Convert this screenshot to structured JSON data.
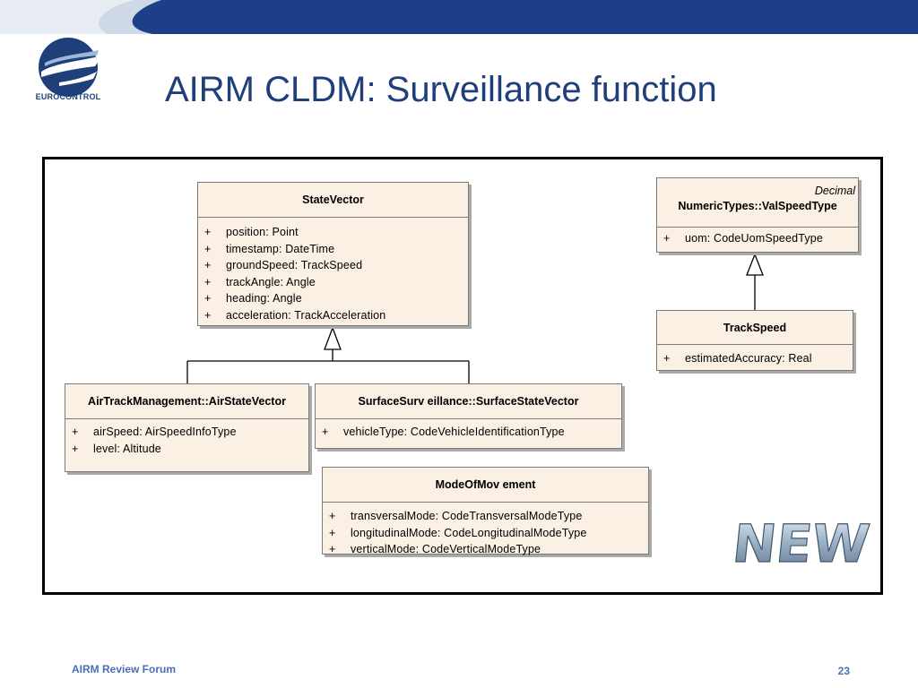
{
  "header": {
    "logo_text": "EUROCONTROL",
    "title": "AIRM CLDM: Surveillance function"
  },
  "classes": {
    "state_vector": {
      "name": "StateVector",
      "attributes": [
        {
          "vis": "+",
          "text": "position:  Point"
        },
        {
          "vis": "+",
          "text": "timestamp:  DateTime"
        },
        {
          "vis": "+",
          "text": "groundSpeed:  TrackSpeed"
        },
        {
          "vis": "+",
          "text": "trackAngle:  Angle"
        },
        {
          "vis": "+",
          "text": "heading:  Angle"
        },
        {
          "vis": "+",
          "text": "acceleration:  TrackAcceleration"
        }
      ]
    },
    "val_speed_type": {
      "stereotype": "Decimal",
      "name": "NumericTypes::ValSpeedType",
      "attributes": [
        {
          "vis": "+",
          "text": "uom:  CodeUomSpeedType"
        }
      ]
    },
    "track_speed": {
      "name": "TrackSpeed",
      "attributes": [
        {
          "vis": "+",
          "text": "estimatedAccuracy:  Real"
        }
      ]
    },
    "air_state_vector": {
      "name": "AirTrackManagement::AirStateVector",
      "attributes": [
        {
          "vis": "+",
          "text": "airSpeed:  AirSpeedInfoType"
        },
        {
          "vis": "+",
          "text": "level:  Altitude"
        }
      ]
    },
    "surface_state_vector": {
      "name": "SurfaceSurv eillance::SurfaceStateVector",
      "attributes": [
        {
          "vis": "+",
          "text": "vehicleType:  CodeVehicleIdentificationType"
        }
      ]
    },
    "mode_of_movement": {
      "name": "ModeOfMov ement",
      "attributes": [
        {
          "vis": "+",
          "text": "transversalMode:  CodeTransversalModeType"
        },
        {
          "vis": "+",
          "text": "longitudinalMode:  CodeLongitudinalModeType"
        },
        {
          "vis": "+",
          "text": "verticalMode:  CodeVerticalModeType"
        }
      ]
    }
  },
  "stamp": "NEW",
  "footer": {
    "left": "AIRM Review Forum",
    "page": "23"
  },
  "colors": {
    "brand_blue": "#1f3f7a",
    "topbar_blue": "#1d3f8a",
    "class_fill": "#faf0e4",
    "footer_text": "#4a6fb5"
  }
}
